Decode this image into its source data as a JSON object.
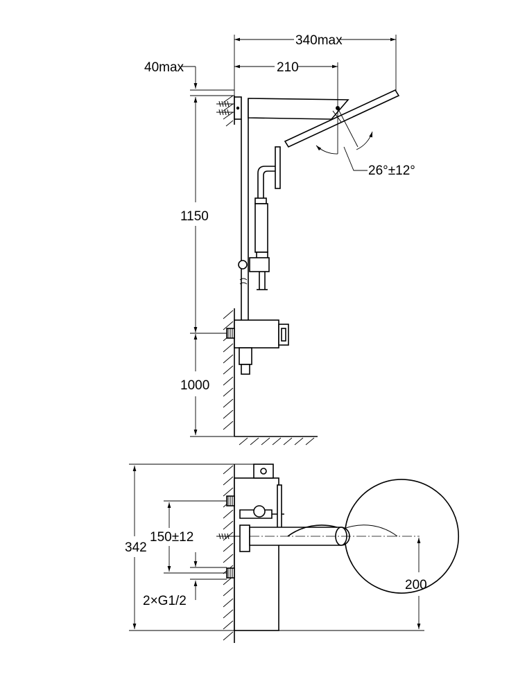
{
  "dimensions": {
    "width_max": "340max",
    "depth_max": "40max",
    "arm_length": "210",
    "tilt_angle": "26°±12°",
    "bar_height": "1150",
    "mount_height": "1000",
    "inlet_spacing": "150±12",
    "total_height": "342",
    "connections": "2×G1/2",
    "head_center": "200"
  }
}
